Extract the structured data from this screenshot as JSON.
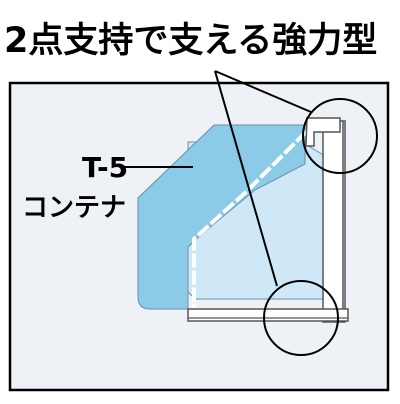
{
  "title": "2点支持で支える強力型",
  "labels": {
    "model": "T-5",
    "container": "コンテナ"
  },
  "colors": {
    "background": "#ffffff",
    "panel_fill": "#eef1f5",
    "outline": "#000000",
    "container_blue": "#8ccbe8",
    "container_light_blue": "#cfe8f7",
    "container_edge": "#6b8fa3",
    "bracket_fill": "#ffffff",
    "bracket_edge": "#555555"
  },
  "icons": {
    "upper_support": "circle-callout-icon",
    "lower_support": "circle-callout-icon"
  }
}
